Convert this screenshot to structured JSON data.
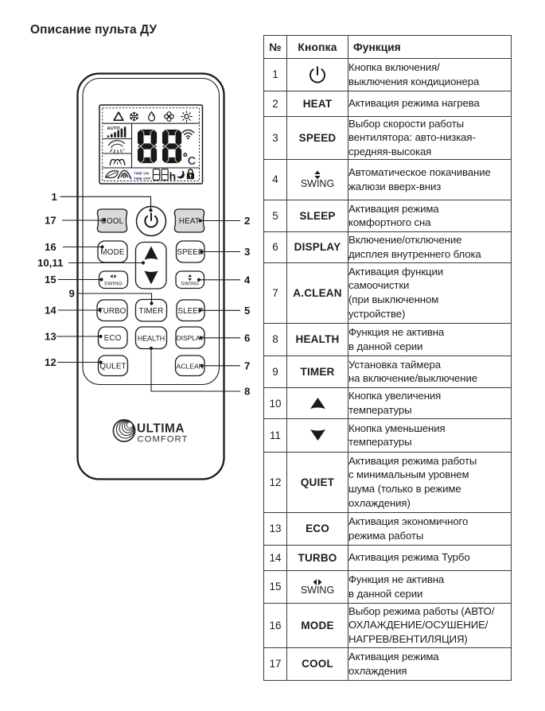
{
  "title": "Описание пульта ДУ",
  "colors": {
    "accent_blue": "#1f4e79",
    "button_gray": "#d9d9d9",
    "ink": "#1a1a1a"
  },
  "remote": {
    "brand_top": "ULTIMA",
    "brand_bottom": "COMFORT",
    "lcd": {
      "auto_label": "AUTO",
      "time_on": "TIME ON",
      "time_off": "TIME OFF",
      "temp_display": "88",
      "temp_unit_letter": "C",
      "timer_hours_letter": "h"
    },
    "buttons": {
      "cool": "COOL",
      "heat": "HEAT",
      "mode": "MODE",
      "speed": "SPEED",
      "swing_h": "SWING",
      "swing_v": "SWING",
      "turbo": "TURBO",
      "timer": "TIMER",
      "sleep": "SLEEP",
      "eco": "ECO",
      "health": "HEALTH",
      "display": "DISPLAY",
      "quiet": "QULET",
      "aclean": "ACLEAN"
    },
    "callouts": {
      "c1": "1",
      "c2": "2",
      "c3": "3",
      "c4": "4",
      "c5": "5",
      "c6": "6",
      "c7": "7",
      "c8": "8",
      "c9": "9",
      "c10_11": "10,11",
      "c12": "12",
      "c13": "13",
      "c14": "14",
      "c15": "15",
      "c16": "16",
      "c17": "17"
    }
  },
  "table": {
    "headers": {
      "num": "№",
      "button": "Кнопка",
      "function": "Функция"
    },
    "rows": [
      {
        "num": "1",
        "button": "",
        "function": "Кнопка включения/\nвыключения кондиционера"
      },
      {
        "num": "2",
        "button": "HEAT",
        "function": "Активация режима нагрева"
      },
      {
        "num": "3",
        "button": "SPEED",
        "function": "Выбор скорости работы\nвентилятора: авто-низкая-\nсредняя-высокая"
      },
      {
        "num": "4",
        "button": "SWING",
        "function": "Автоматическое покачивание\nжалюзи вверх-вниз"
      },
      {
        "num": "5",
        "button": "SLEEP",
        "function": "Активация режима\nкомфортного сна"
      },
      {
        "num": "6",
        "button": "DISPLAY",
        "function": "Включение/отключение\nдисплея внутреннего блока"
      },
      {
        "num": "7",
        "button": "A.CLEAN",
        "function": "Активация функции\nсамоочистки\n(при выключенном\nустройстве)"
      },
      {
        "num": "8",
        "button": "HEALTH",
        "function": "Функция не активна\nв данной серии"
      },
      {
        "num": "9",
        "button": "TIMER",
        "function": "Установка таймера\nна включение/выключение"
      },
      {
        "num": "10",
        "button": "",
        "function": "Кнопка увеличения\nтемпературы"
      },
      {
        "num": "11",
        "button": "",
        "function": "Кнопка уменьшения\nтемпературы"
      },
      {
        "num": "12",
        "button": "QUIET",
        "function": "Активация режима работы\nс минимальным уровнем\nшума (только в режиме\nохлаждения)"
      },
      {
        "num": "13",
        "button": "ECO",
        "function": "Активация экономичного\nрежима работы"
      },
      {
        "num": "14",
        "button": "TURBO",
        "function": "Активация режима Турбо"
      },
      {
        "num": "15",
        "button": "SWING",
        "function": "Функция не активна\nв данной серии"
      },
      {
        "num": "16",
        "button": "MODE",
        "function": "Выбор режима работы (АВТО/\nОХЛАЖДЕНИЕ/ОСУШЕНИЕ/\nНАГРЕВ/ВЕНТИЛЯЦИЯ)"
      },
      {
        "num": "17",
        "button": "COOL",
        "function": "Активация режима\nохлаждения"
      }
    ]
  }
}
